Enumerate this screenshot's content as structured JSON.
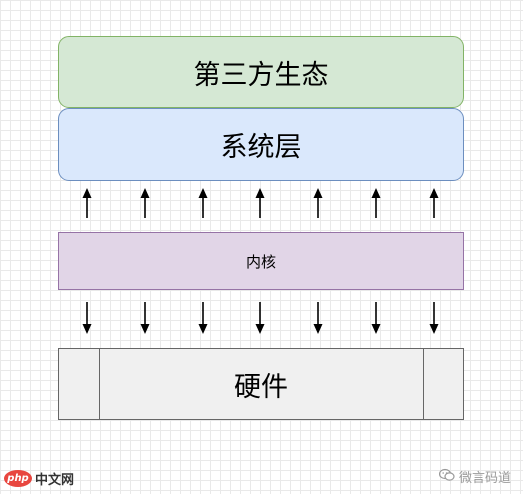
{
  "layers": {
    "ecosystem": "第三方生态",
    "system": "系统层",
    "kernel": "内核",
    "hardware": "硬件"
  },
  "arrows": {
    "up_count": 7,
    "down_count": 7
  },
  "footer": {
    "logo_text": "php",
    "site_name": "中文网"
  },
  "watermark": {
    "icon": "wechat-icon",
    "text": "微言码道"
  },
  "colors": {
    "ecosystem_fill": "#d5e8d4",
    "ecosystem_stroke": "#82b366",
    "system_fill": "#dae8fc",
    "system_stroke": "#6c8ebf",
    "kernel_fill": "#e1d5e7",
    "kernel_stroke": "#9673a6",
    "hardware_fill": "#f0f0f0",
    "hardware_stroke": "#666666"
  }
}
